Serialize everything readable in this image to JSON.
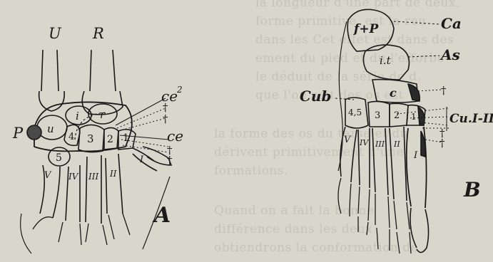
{
  "background_text": [
    "la longueur d'une part de deux,",
    "forme primitive, est la reu",
    "dans les Cet effet est dans des",
    "ement du pied et du l'efforbe",
    "le déduit de la série de d.",
    "que l'on sait des os est",
    "la forme des os du tarse et du",
    "dérivent primitivement d'une",
    "formations.",
    "Quand on a fait la bonne",
    "différence dans les deux",
    "obtiendrons la conformation de"
  ],
  "figure_A": {
    "letter": "A",
    "labels": {
      "U": "U",
      "R": "R",
      "P": "P",
      "ce2": "ce",
      "ce2_sup": "2",
      "dag1": "†",
      "dag2": "†",
      "ce": "ce",
      "dag3": "†",
      "dag4": "†"
    },
    "bones": {
      "u": "u",
      "i": "i",
      "r": "r",
      "c4": "4",
      "c3": "3",
      "c2": "2",
      "c1": "1",
      "c5": "5",
      "m1": "I",
      "mV": "V",
      "mIV": "IV",
      "mIII": "III",
      "mII": "II"
    }
  },
  "figure_B": {
    "letter": "B",
    "labels": {
      "Ca": "Ca",
      "As": "As",
      "Cub": "Cub",
      "dag1": "†",
      "CuI_III": "Cu.I-III",
      "dag2": "†",
      "dag3": "†"
    },
    "bones": {
      "fP": "f+P",
      "it": "i.t",
      "c": "c",
      "b45": "4,5",
      "b3": "3",
      "b2": "2",
      "b1": "1",
      "mV": "V",
      "mIV": "IV",
      "mIII": "III",
      "mII": "II",
      "mI": "I"
    }
  }
}
